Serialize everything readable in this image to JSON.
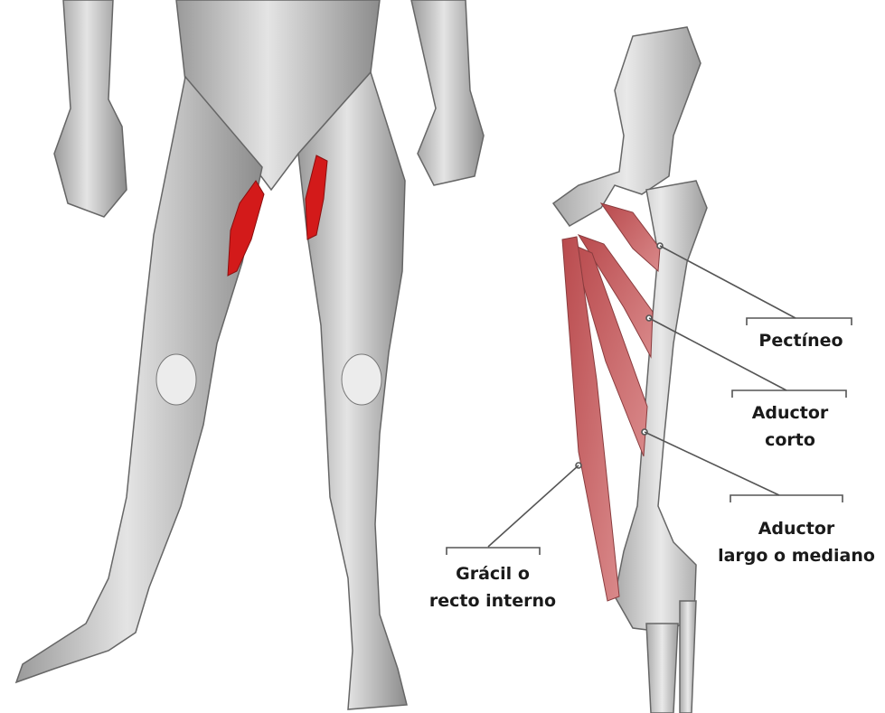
{
  "labels": {
    "pectineo": "Pectíneo",
    "aductor_corto": [
      "Aductor",
      "corto"
    ],
    "aductor_largo": [
      "Aductor",
      "largo o mediano"
    ],
    "gracil": [
      "Grácil o",
      "recto interno"
    ]
  },
  "colors": {
    "highlight_muscle": "#d31a1a",
    "adductor_muscle": "#c0585a",
    "bone": "#d8d8d8",
    "leader_line": "#555555"
  }
}
